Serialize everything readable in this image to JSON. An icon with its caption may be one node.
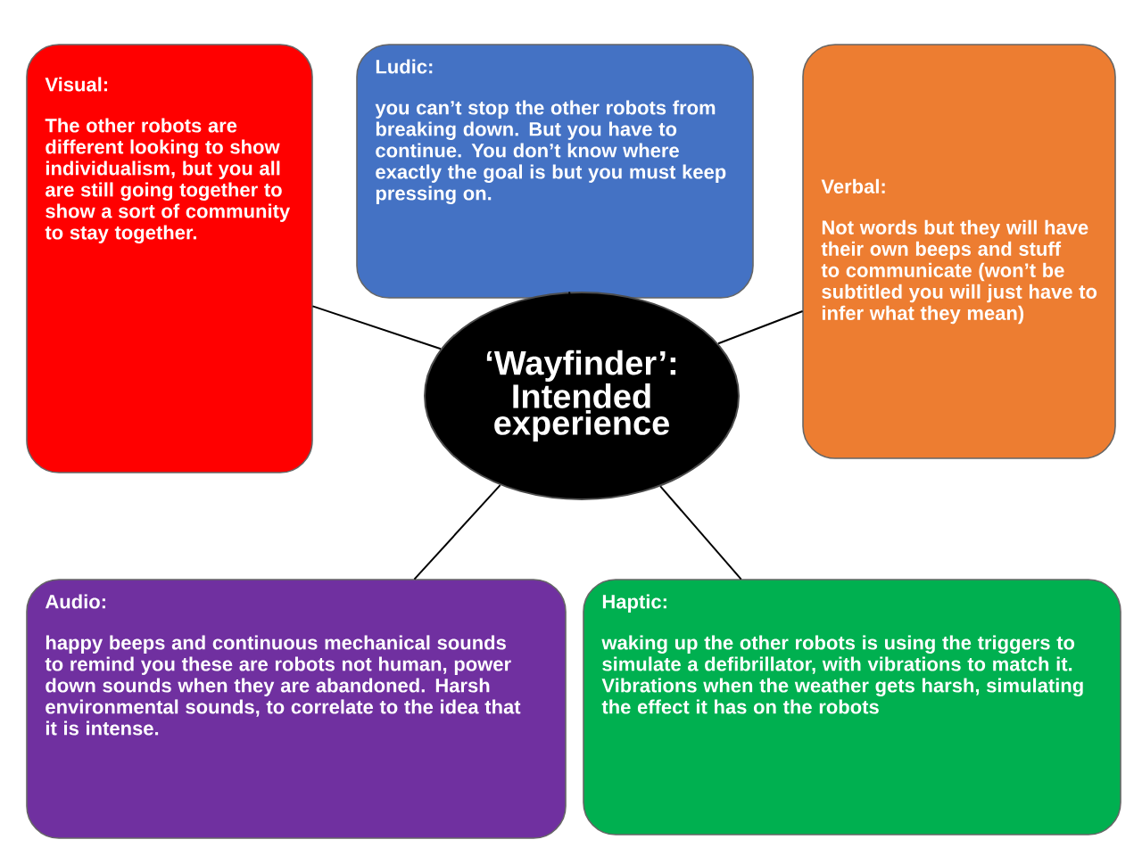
{
  "diagram": {
    "nodes": [
      {
        "text": [
          "Visual:",
          "The other robots are different looking to show individualism, but you all are still going together to show a sort of community to stay together."
        ]
      },
      {
        "text": [
          "Ludic:",
          "you can’t stop the other robots from breaking down. But you have to continue. You don’t know where exactly the goal is but you must keep pressing on."
        ]
      },
      {
        "text": [
          "Verbal:",
          "Not words but they will have their own beeps and stuff to communicate (won’t be subtitled you will just have to infer what they mean)"
        ]
      },
      {
        "text": [
          "‘Wayfinder’: Intended experience"
        ]
      },
      {
        "text": [
          "Audio:",
          "happy beeps and continuous mechanical sounds to remind you these are robots not human, power down sounds when they are abandoned. Harsh environmental sounds, to correlate to the idea that it is intense."
        ]
      },
      {
        "text": [
          "Haptic:",
          "waking up the other robots is using the triggers to simulate a defibrillator, with vibrations to match it. Vibrations when the weather gets harsh, simulating the effect it has on the robots"
        ]
      }
    ],
    "edges": [
      {
        "from": 3,
        "to": 0,
        "arrow": "none"
      },
      {
        "from": 3,
        "to": 1,
        "arrow": "none"
      },
      {
        "from": 3,
        "to": 2,
        "arrow": "none"
      },
      {
        "from": 3,
        "to": 4,
        "arrow": "none"
      },
      {
        "from": 3,
        "to": 5,
        "arrow": "none"
      }
    ]
  }
}
